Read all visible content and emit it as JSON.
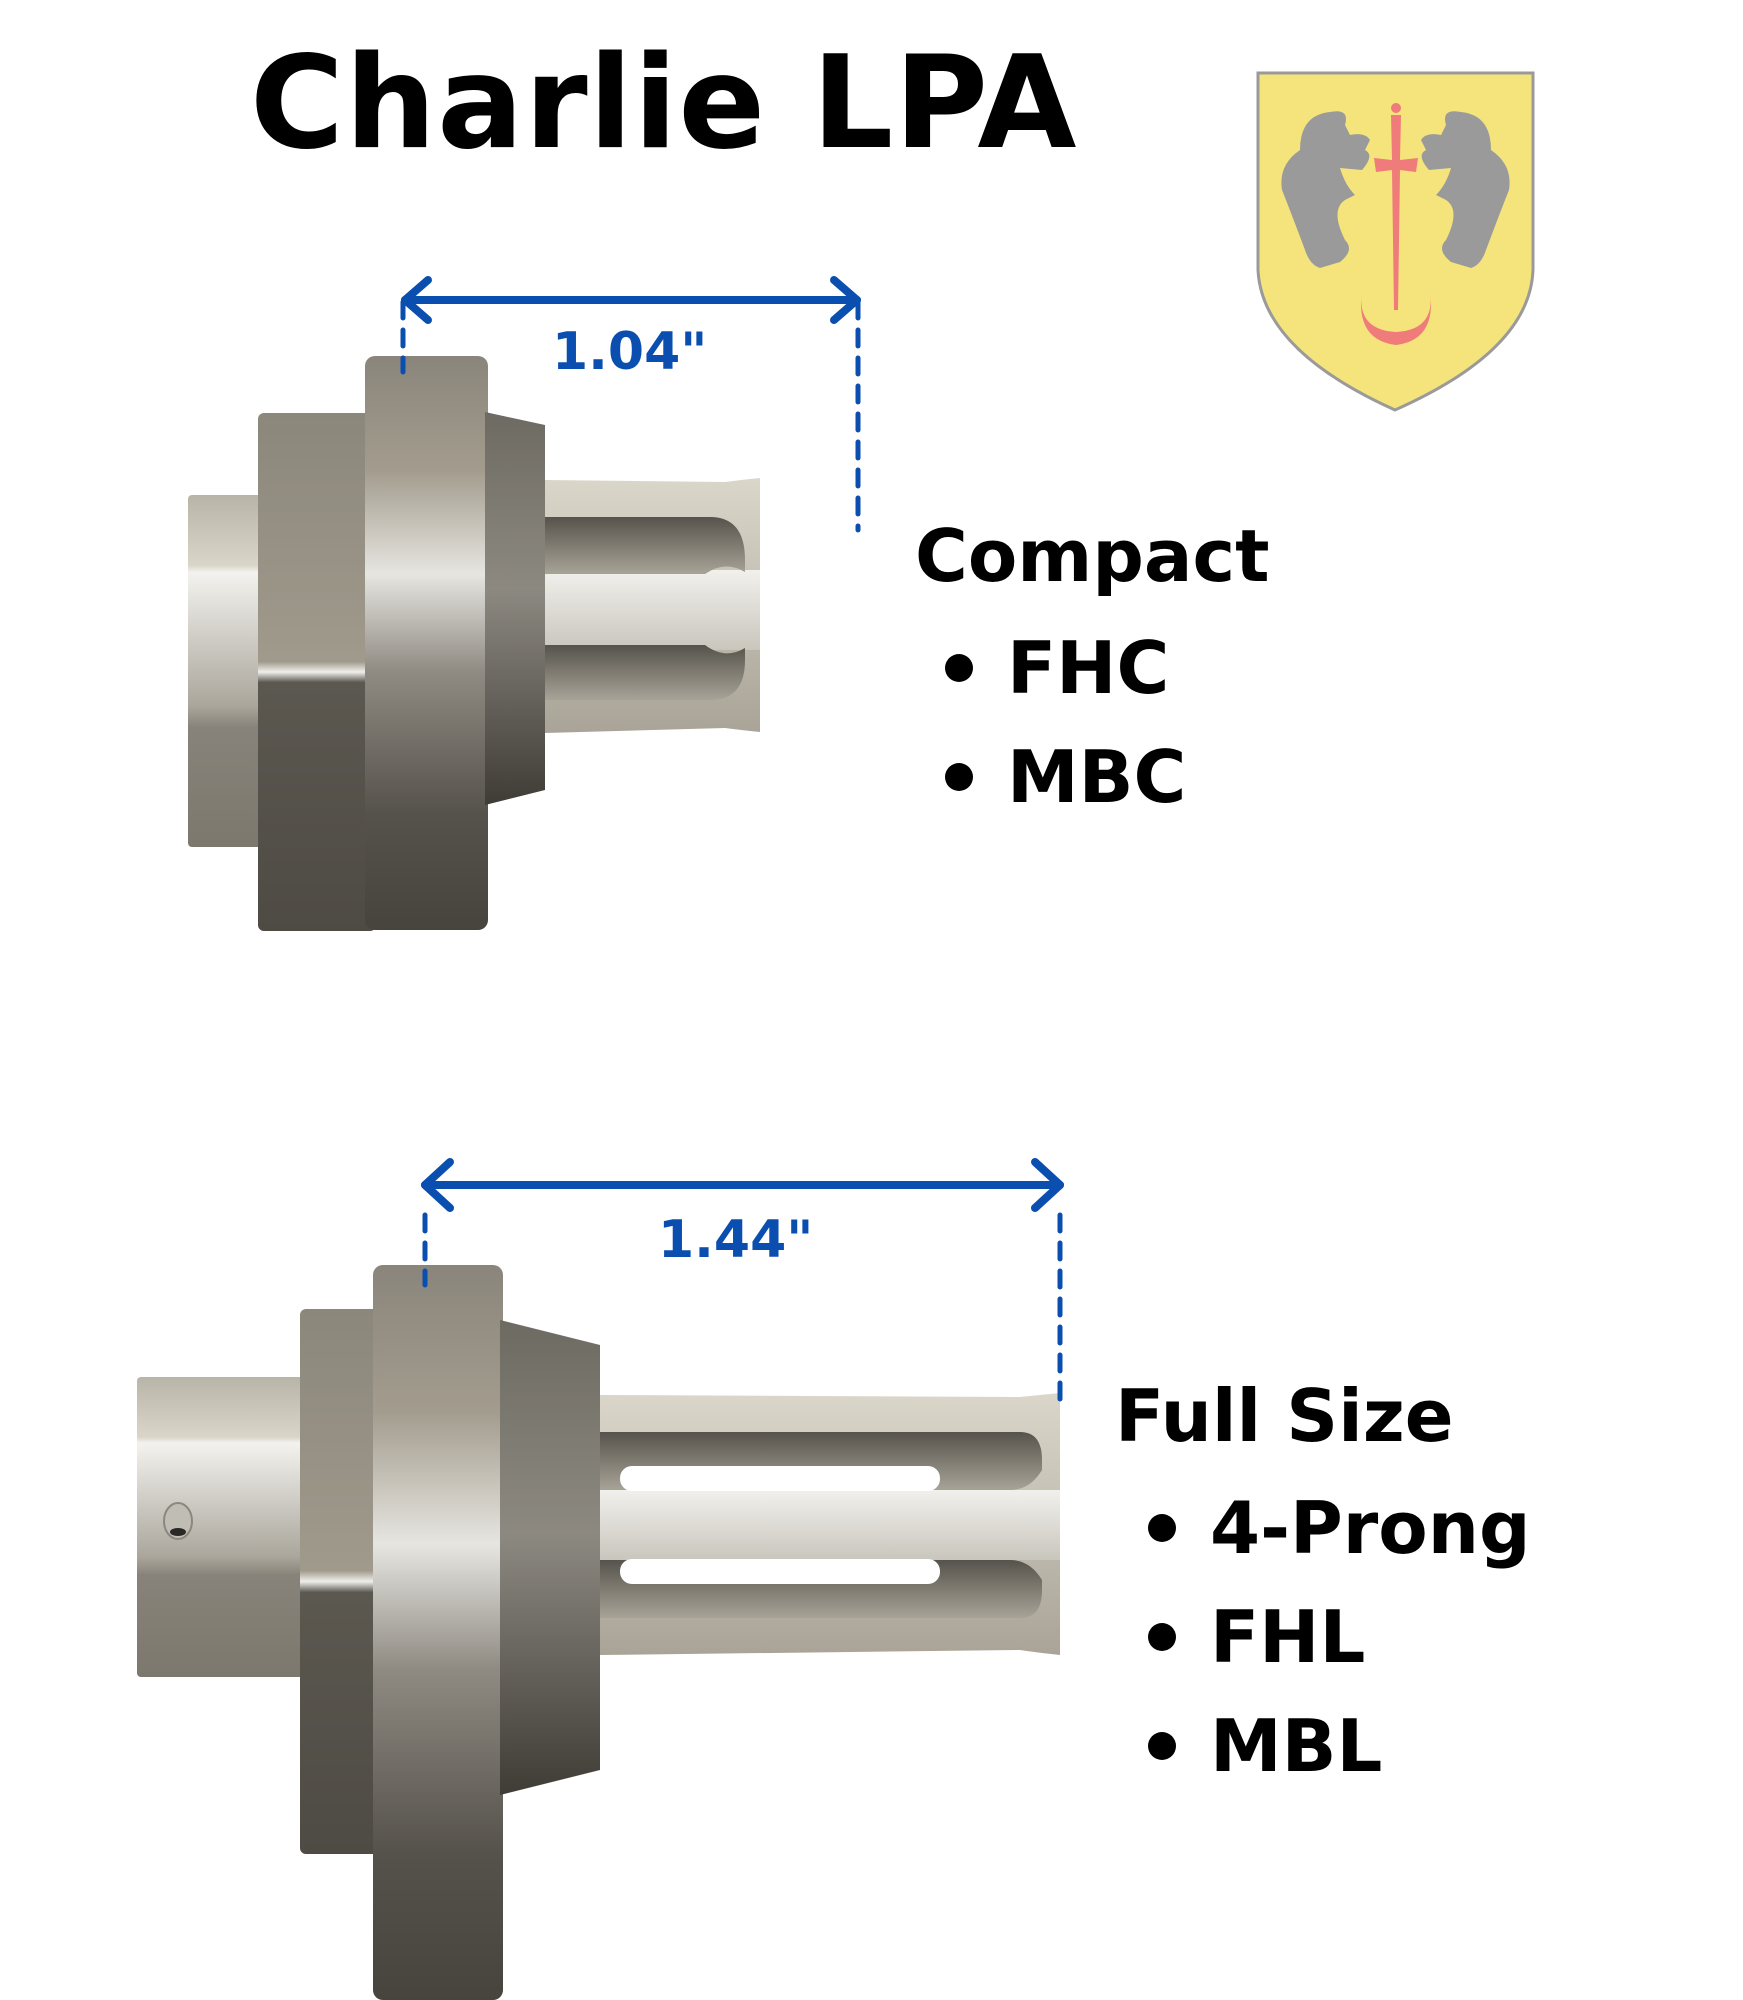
{
  "title": "Charlie LPA",
  "emblem": {
    "name": "coat-of-arms",
    "field_color": "#f5e47c",
    "charge_color": "#9a9a9a",
    "sword_color": "#ef7b7b",
    "border_color": "#9a9a9a"
  },
  "colors": {
    "dimension": "#0a4fb0",
    "metal_light": "#e8e6e1",
    "metal_mid": "#9e978a",
    "metal_dark": "#4a4740"
  },
  "variants": [
    {
      "name": "Compact",
      "dimension": "1.04\"",
      "options": [
        "FHC",
        "MBC"
      ]
    },
    {
      "name": "Full Size",
      "dimension": "1.44\"",
      "options": [
        "4-Prong",
        "FHL",
        "MBL"
      ]
    }
  ]
}
